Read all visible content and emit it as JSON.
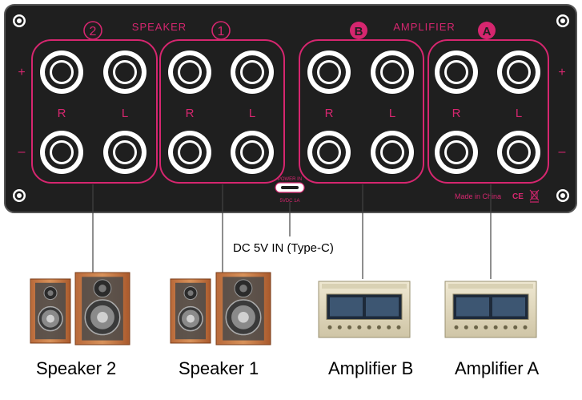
{
  "panel": {
    "speaker_title": "SPEAKER",
    "amplifier_title": "AMPLIFIER",
    "badge_2": "2",
    "badge_1": "1",
    "badge_B": "B",
    "badge_A": "A",
    "plus": "+",
    "minus": "–",
    "right_label": "R",
    "left_label": "L",
    "power_in_label": "POWER IN",
    "power_rating": "5VDC 1A",
    "made_in": "Made in China",
    "ce_mark": "CE",
    "weee_mark": "WEEE",
    "accent_color": "#d6266f",
    "panel_fill": "#1f1f1f"
  },
  "dc_input_label": "DC 5V IN (Type-C)",
  "devices": [
    {
      "label": "Speaker 2",
      "kind": "speaker"
    },
    {
      "label": "Speaker 1",
      "kind": "speaker"
    },
    {
      "label": "Amplifier B",
      "kind": "amplifier"
    },
    {
      "label": "Amplifier A",
      "kind": "amplifier"
    }
  ]
}
